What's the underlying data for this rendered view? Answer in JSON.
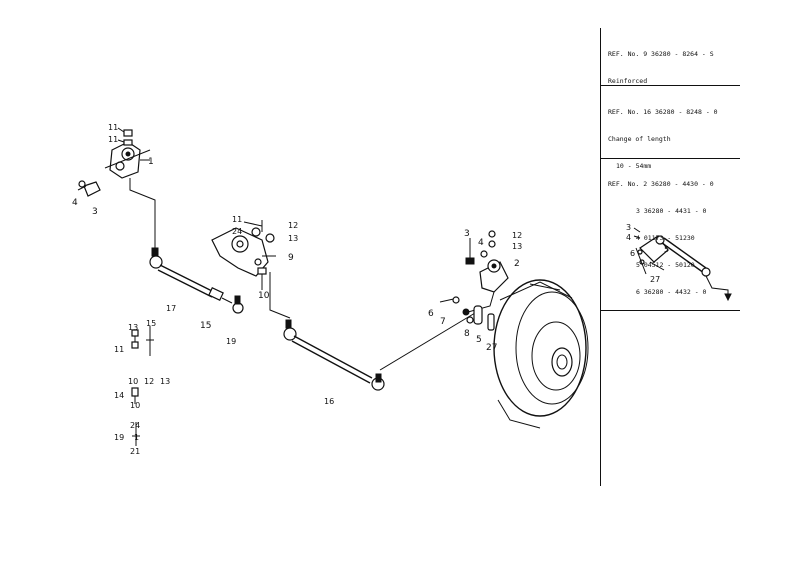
{
  "reference_panel": {
    "block1": {
      "lines": [
        "REF. No. 9 36280 - 8264 - S",
        "Reinforced"
      ]
    },
    "block2": {
      "lines": [
        "REF. No. 16 36280 - 8248 - 0",
        "Change of length",
        "10 - 54mm"
      ]
    },
    "block3": {
      "lines": [
        "REF. No. 2 36280 - 4430 - 0",
        "3 36280 - 4431 - 0",
        "4 01173 - 51230",
        "5 04512 - 50120",
        "6 36280 - 4432 - 0"
      ],
      "callouts": [
        "3",
        "4",
        "5",
        "6",
        "27"
      ]
    }
  },
  "callouts": {
    "c1": "1",
    "c3a": "3",
    "c4a": "4",
    "c11a": "11",
    "c11b": "11",
    "c11c": "11",
    "c24a": "24",
    "c9": "9",
    "c10": "10",
    "c12a": "12",
    "c13a": "13",
    "c17": "17",
    "c15": "15",
    "c19": "19",
    "c16": "16",
    "c3b": "3",
    "c4b": "4",
    "c2": "2",
    "c12b": "12",
    "c13b": "13",
    "c6": "6",
    "c7": "7",
    "c8": "8",
    "c5": "5",
    "c27": "27",
    "leg1a": "11",
    "leg1b": "13",
    "leg1c": "15",
    "leg2a": "10",
    "leg2b": "12",
    "leg2c": "13",
    "leg2d": "14",
    "leg2e": "10",
    "leg3a": "24",
    "leg3b": "19",
    "leg3c": "1",
    "leg3d": "21"
  }
}
